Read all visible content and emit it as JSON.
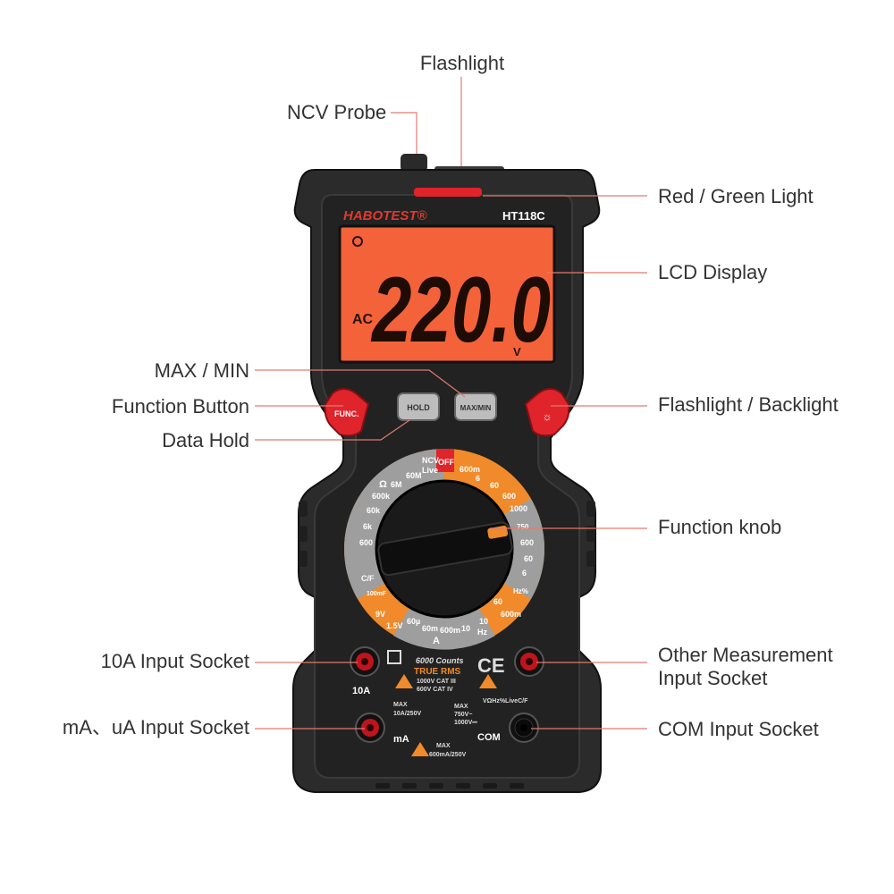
{
  "callouts": {
    "flashlight": "Flashlight",
    "ncv_probe": "NCV Probe",
    "red_green_light": "Red / Green Light",
    "lcd_display": "LCD Display",
    "max_min": "MAX / MIN",
    "function_button": "Function Button",
    "data_hold": "Data Hold",
    "flashlight_backlight": "Flashlight / Backlight",
    "function_knob": "Function knob",
    "socket_10a": "10A Input Socket",
    "other_socket_line1": "Other Measurement",
    "other_socket_line2": "Input Socket",
    "ma_ua_socket": "mA、uA Input Socket",
    "com_socket": "COM Input Socket"
  },
  "device": {
    "brand": "HABOTEST®",
    "model": "HT118C",
    "lcd_reading": "220.0",
    "lcd_mode": "AC",
    "lcd_unit": "V",
    "buttons": {
      "func": "FUNC.",
      "hold": "HOLD",
      "maxmin": "MAX/MIN"
    },
    "dial_labels": {
      "off": "OFF",
      "ncv": "NCV",
      "live": "Live",
      "r60m": "60M",
      "r6m": "6M",
      "ohm": "Ω",
      "r600k": "600k",
      "r60k": "60k",
      "r6k": "6k",
      "r600": "600",
      "cf": "C/F",
      "r100mf": "100mF",
      "r9v": "9V",
      "r15v": "1.5V",
      "r60u": "60µ",
      "r60m_a": "60m",
      "r600m_a": "600m",
      "r10": "10",
      "amp": "A",
      "vdc_600m": "600m",
      "vdc_6": "6",
      "vdc_60": "60",
      "vdc_600": "600",
      "vdc_1000": "1000",
      "vac_750": "750",
      "vac_600": "600",
      "vac_60": "60",
      "vac_6": "6",
      "hz": "Hz%",
      "acur_600m": "600m",
      "acur_60": "60",
      "acur_10": "10",
      "acur_hz": "Hz"
    },
    "panel": {
      "counts": "6000 Counts",
      "true_rms": "TRUE RMS",
      "cat1": "1000V CAT III",
      "cat2": "600V CAT IV",
      "label_10a": "10A",
      "max_10a": "MAX",
      "max_10a_val": "10A/250V",
      "max_v": "MAX",
      "max_v1": "750V~",
      "max_v2": "1000V⎓",
      "label_ma": "mA",
      "max_ma": "MAX",
      "max_ma_val": "600mA/250V",
      "com": "COM",
      "v_symbols": "VΩHz%LiveC/F"
    }
  }
}
